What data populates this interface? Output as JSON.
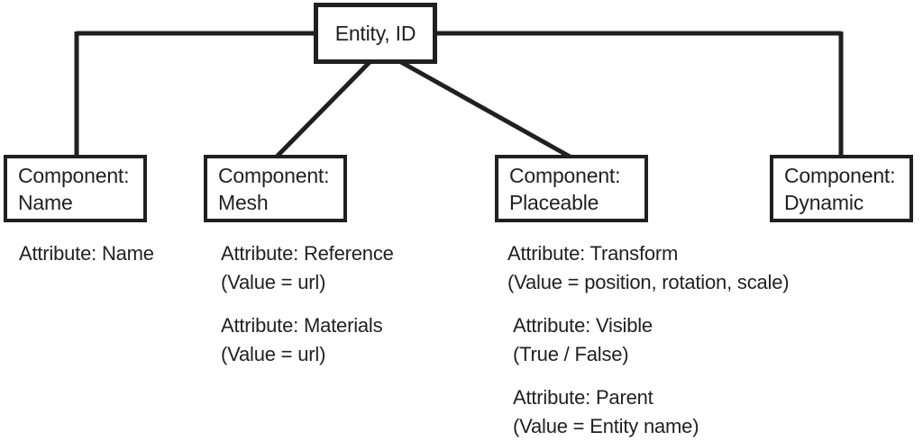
{
  "diagram": {
    "background_color": "#ffffff",
    "ink_color": "#231f20",
    "root": {
      "label": "Entity, ID"
    },
    "components": [
      {
        "line1": "Component:",
        "line2": "Name"
      },
      {
        "line1": "Component:",
        "line2": "Mesh"
      },
      {
        "line1": "Component:",
        "line2": "Placeable"
      },
      {
        "line1": "Component:",
        "line2": "Dynamic"
      }
    ],
    "attribute_columns": {
      "name": [
        {
          "name": "Attribute: Name"
        }
      ],
      "mesh": [
        {
          "name": "Attribute: Reference",
          "value": "(Value = url)"
        },
        {
          "name": "Attribute: Materials",
          "value": "(Value = url)"
        }
      ],
      "placeable": [
        {
          "name": "Attribute: Transform",
          "value": "(Value = position, rotation, scale)"
        },
        {
          "name": "Attribute: Visible",
          "value": "(True / False)"
        },
        {
          "name": "Attribute: Parent",
          "value": "(Value = Entity name)"
        }
      ]
    }
  }
}
